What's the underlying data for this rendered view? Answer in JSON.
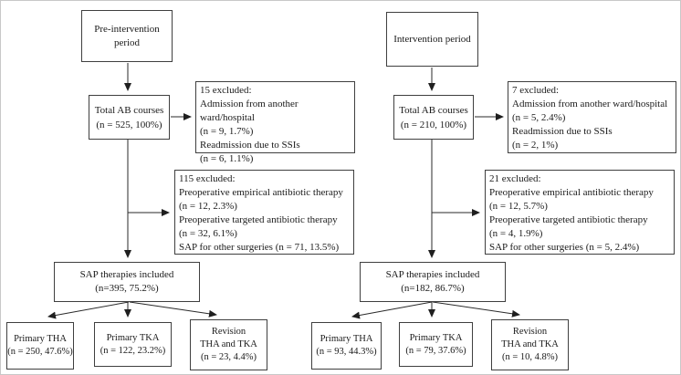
{
  "figure": {
    "type": "flowchart",
    "columns": [
      {
        "id": "pre-intervention",
        "period_label": "Pre-intervention period",
        "total": {
          "line1": "Total AB courses",
          "line2": "(n = 525, 100%)"
        },
        "excluded_admission": {
          "lines": [
            "15 excluded:",
            "Admission from another ward/hospital",
            "(n = 9, 1.7%)",
            "Readmission due to SSIs",
            "(n = 6, 1.1%)"
          ]
        },
        "excluded_therapy": {
          "lines": [
            "115 excluded:",
            "Preoperative empirical antibiotic therapy",
            "(n = 12, 2.3%)",
            "Preoperative targeted antibiotic therapy",
            "(n = 32, 6.1%)",
            "SAP for other surgeries (n = 71, 13.5%)"
          ]
        },
        "sap_included": {
          "line1": "SAP therapies included",
          "line2": "(n=395, 75.2%)"
        },
        "outcomes": [
          {
            "line1": "Primary THA",
            "line2": "(n = 250, 47.6%)"
          },
          {
            "line1": "Primary TKA",
            "line2": "(n = 122, 23.2%)"
          },
          {
            "line1": "Revision",
            "line2": "THA and TKA",
            "line3": "(n = 23, 4.4%)"
          }
        ]
      },
      {
        "id": "intervention",
        "period_label": "Intervention period",
        "total": {
          "line1": "Total AB courses",
          "line2": "(n = 210, 100%)"
        },
        "excluded_admission": {
          "lines": [
            "7 excluded:",
            "Admission from another ward/hospital",
            "(n = 5, 2.4%)",
            "Readmission due to SSIs",
            "(n = 2, 1%)"
          ]
        },
        "excluded_therapy": {
          "lines": [
            "21 excluded:",
            "Preoperative empirical antibiotic therapy",
            "(n = 12, 5.7%)",
            "Preoperative targeted antibiotic therapy",
            "(n = 4, 1.9%)",
            "SAP for other surgeries (n = 5, 2.4%)"
          ]
        },
        "sap_included": {
          "line1": "SAP therapies included",
          "line2": "(n=182, 86.7%)"
        },
        "outcomes": [
          {
            "line1": "Primary THA",
            "line2": "(n = 93, 44.3%)"
          },
          {
            "line1": "Primary TKA",
            "line2": "(n = 79, 37.6%)"
          },
          {
            "line1": "Revision",
            "line2": "THA and TKA",
            "line3": "(n = 10, 4.8%)"
          }
        ]
      }
    ],
    "colors": {
      "box_border": "#3f3f3f",
      "arrow": "#1f1f1f",
      "background": "#ffffff",
      "text": "#1a1a1a"
    }
  }
}
